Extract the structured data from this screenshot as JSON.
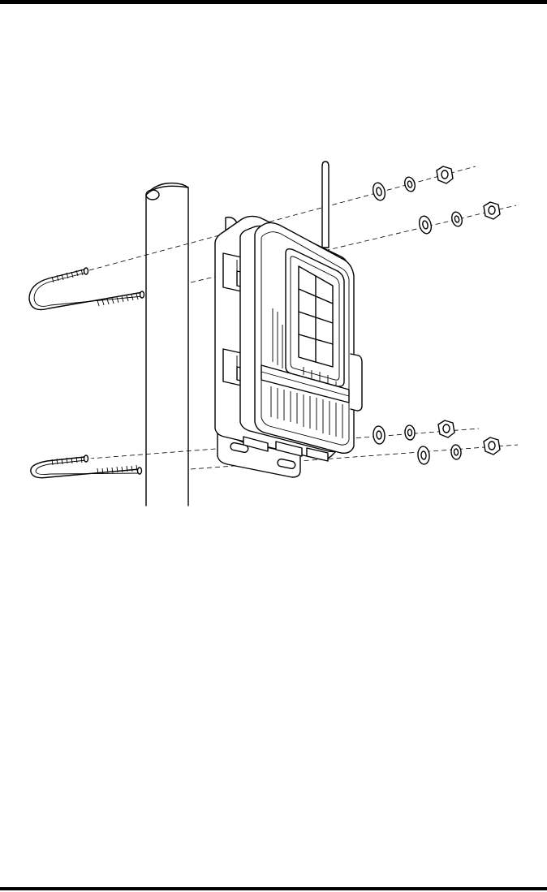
{
  "figure": {
    "description_shown": false,
    "rule_color": "#000000",
    "hardware": {
      "u_bolts": 2,
      "washers_per_bolt_end": 2,
      "nuts_per_bolt_end": 1
    },
    "icons": [
      "pole-icon",
      "u-bolt-icon",
      "washer-icon",
      "hex-nut-icon",
      "enclosure-icon",
      "antenna-icon",
      "mounting-bracket-icon"
    ]
  }
}
